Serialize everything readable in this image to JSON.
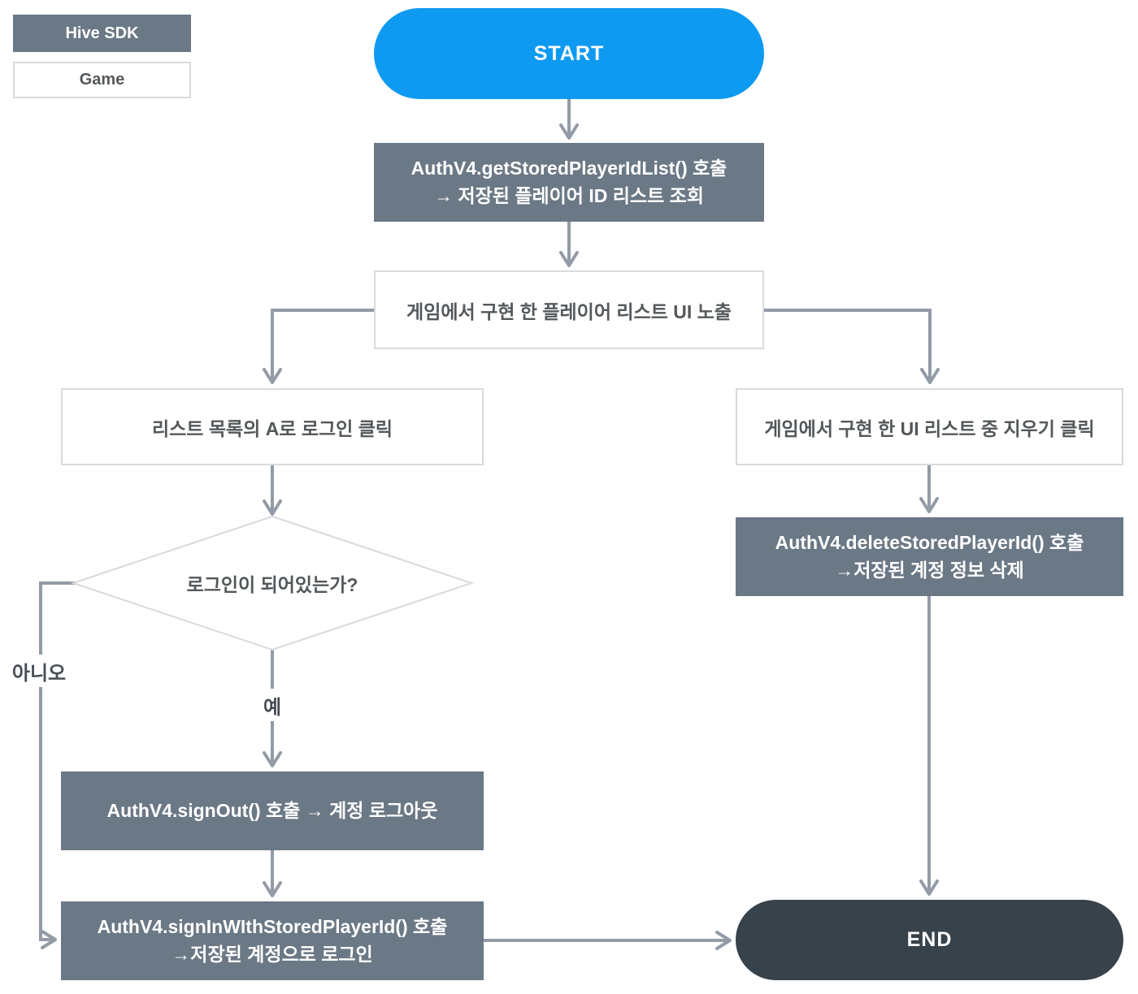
{
  "colors": {
    "blue": "#0f9af2",
    "slate": "#6b7885",
    "dark": "#37424b",
    "line": "#929ba6",
    "border": "#d8dadd",
    "text": "#53585b",
    "label": "#474d54"
  },
  "legend": {
    "sdk": "Hive SDK",
    "game": "Game"
  },
  "flow": {
    "start": "START",
    "get_list": {
      "line1": "AuthV4.getStoredPlayerIdList() 호출",
      "line2": "→ 저장된 플레이어 ID 리스트 조회"
    },
    "ui_expose": "게임에서 구현 한 플레이어 리스트 UI 노출",
    "login_click": "리스트 목록의 A로 로그인 클릭",
    "decision": "로그인이 되어있는가?",
    "yes": "예",
    "no": "아니오",
    "sign_out": "AuthV4.signOut() 호출 → 계정 로그아웃",
    "sign_in": {
      "line1": "AuthV4.signInWIthStoredPlayerId() 호출",
      "line2": "→저장된 계정으로 로그인"
    },
    "delete_click": "게임에서 구현 한 UI 리스트 중 지우기 클릭",
    "delete_call": {
      "line1": "AuthV4.deleteStoredPlayerId() 호출",
      "line2": "→저장된 계정 정보 삭제"
    },
    "end": "END"
  }
}
